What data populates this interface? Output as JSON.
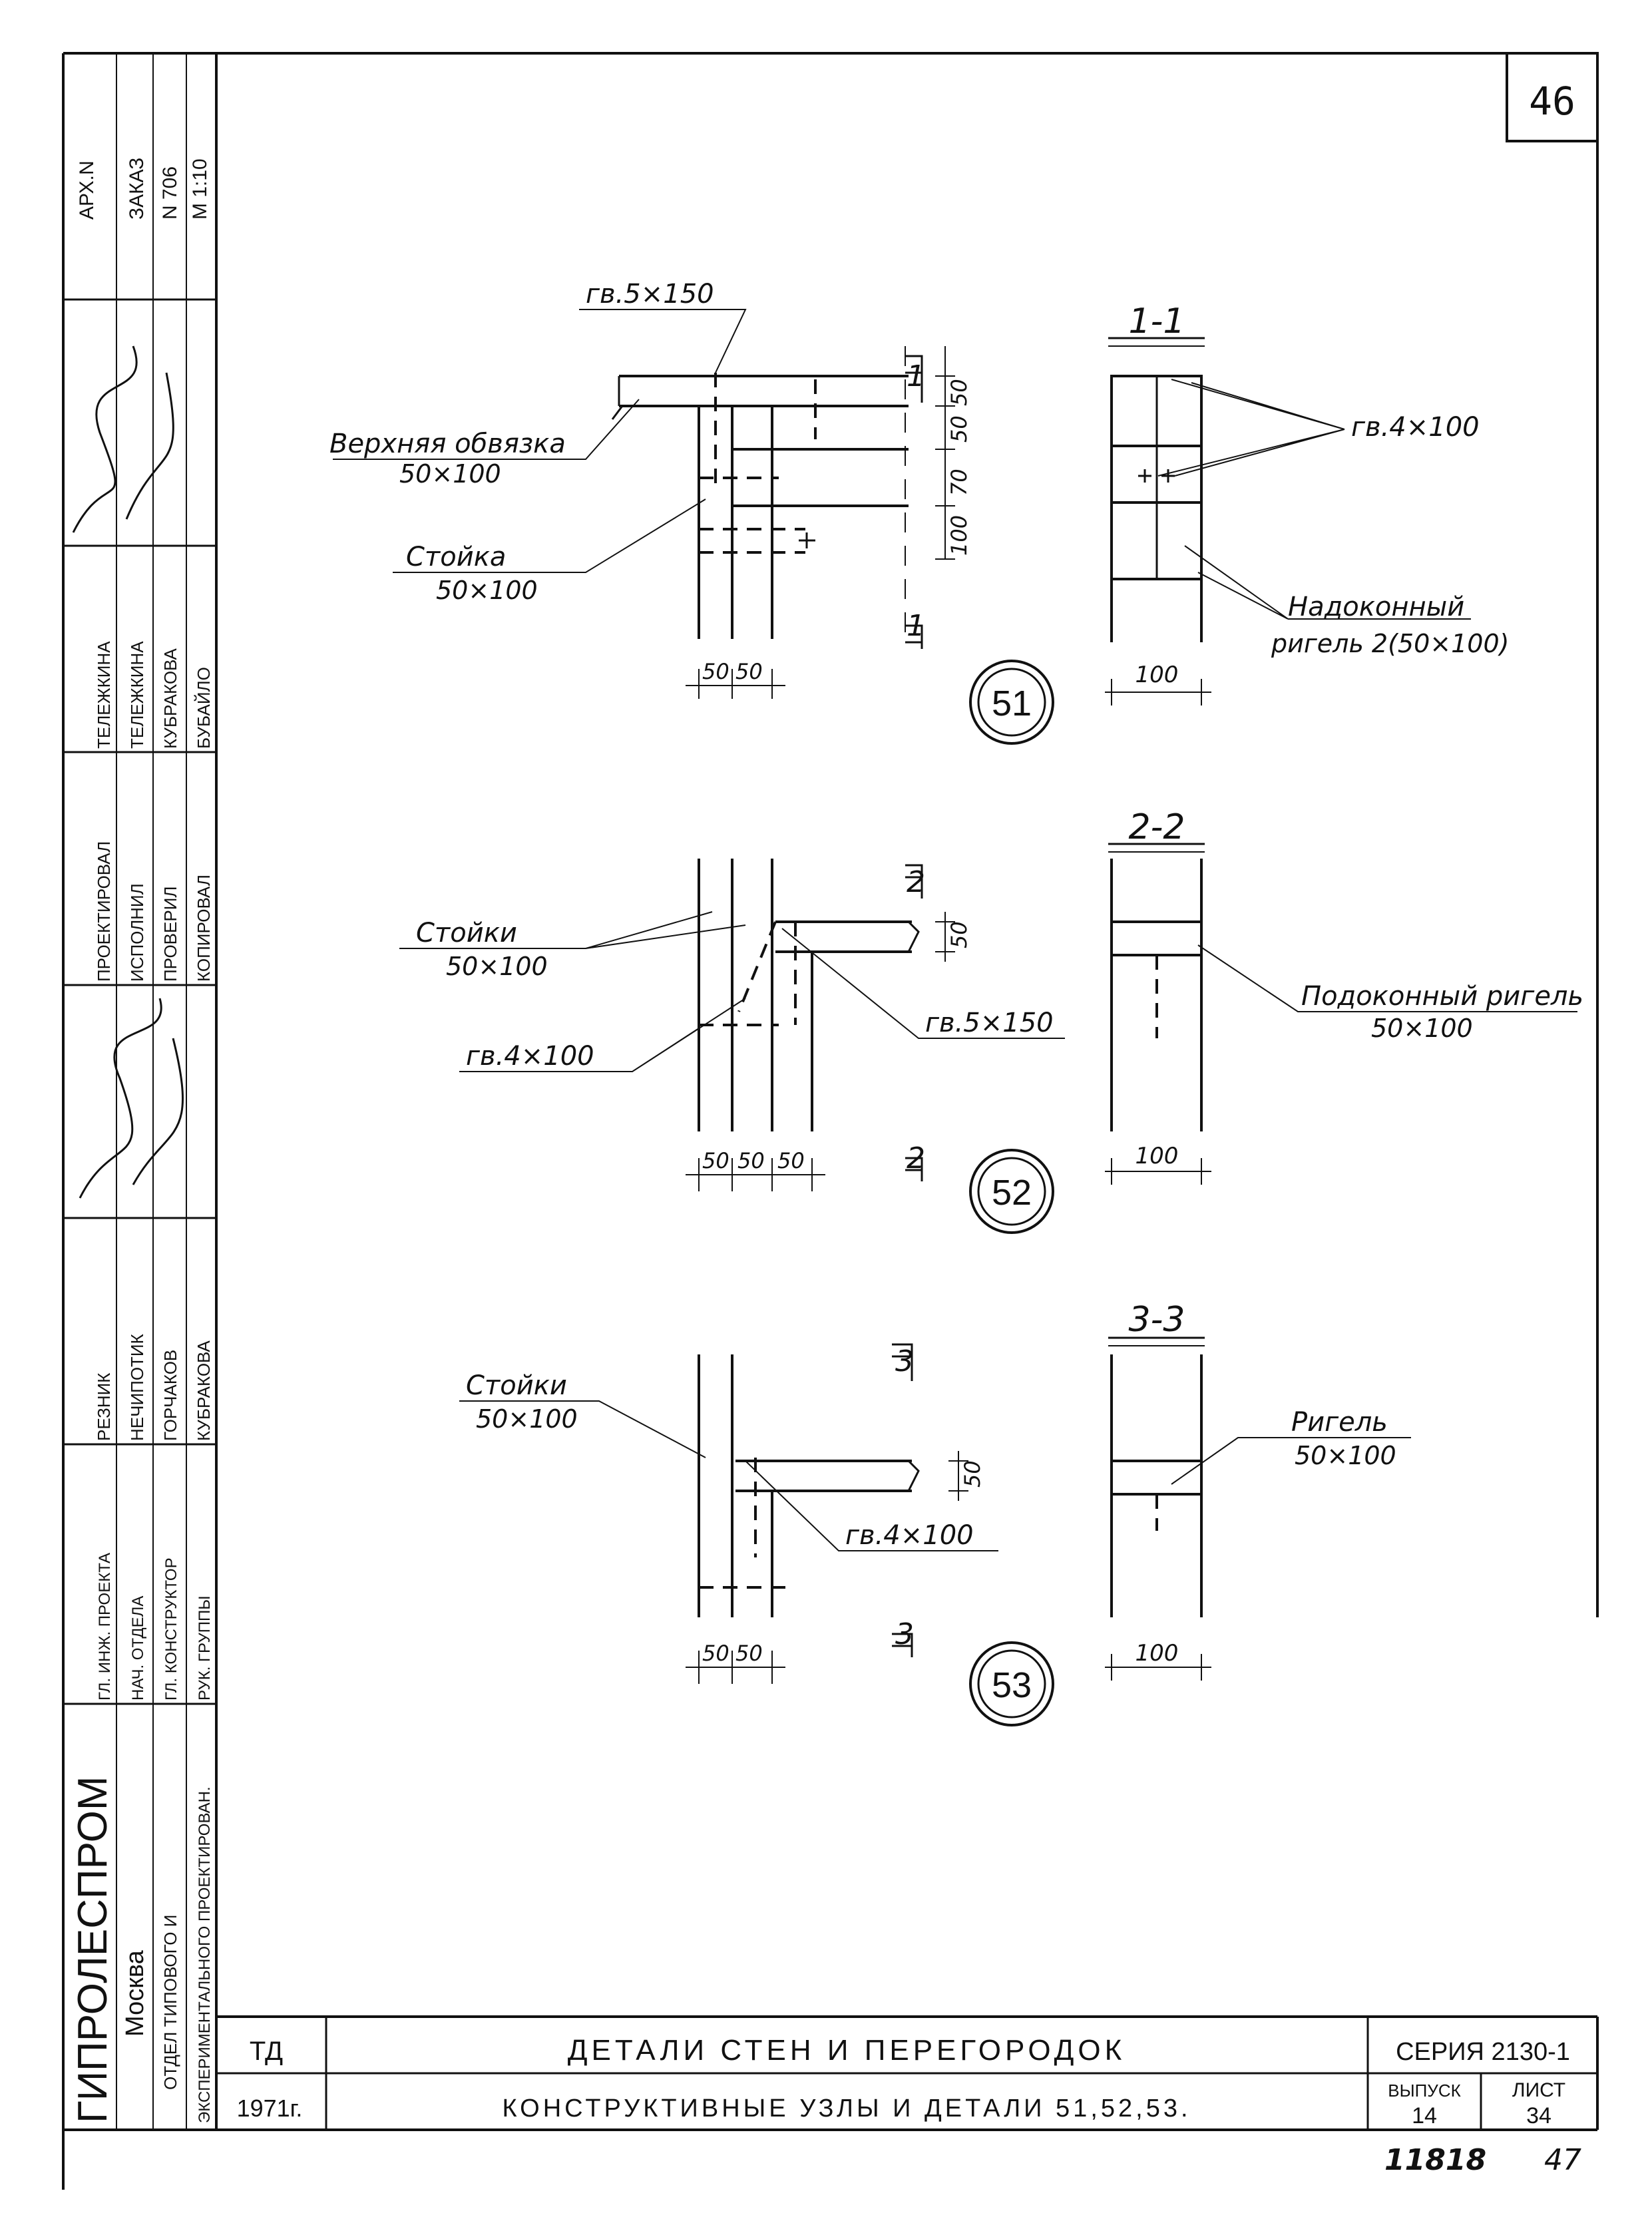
{
  "sheet_number": "46",
  "side_stamp": {
    "archive": "АРХ.N",
    "order": "ЗАКАЗ",
    "order_number": "N 706",
    "scale": "M 1:10",
    "roles": [
      "ГЛ. ИНЖ. ПРОЕКТА",
      "НАЧ. ОТДЕЛА",
      "ГЛ. КОНСТРУКТОР",
      "РУК. ГРУППЫ"
    ],
    "role_names": [
      "РЕЗНИК",
      "НЕЧИПОТИК",
      "ГОРЧАКОВ",
      "КУБРАКОВА"
    ],
    "tasks": [
      "ПРОЕКТИРОВАЛ",
      "ИСПОЛНИЛ",
      "ПРОВЕРИЛ",
      "КОПИРОВАЛ"
    ],
    "task_names": [
      "ТЕЛЕЖКИНА",
      "ТЕЛЕЖКИНА",
      "КУБРАКОВА",
      "БУБАЙЛО"
    ],
    "org": "ГИПРОЛЕСПРОМ",
    "city": "Москва",
    "dept_line1": "ОТДЕЛ ТИПОВОГО И",
    "dept_line2": "ЭКСПЕРИМЕНТАЛЬНОГО ПРОЕКТИРОВАН."
  },
  "title_block": {
    "code": "ТД",
    "year": "1971г.",
    "title": "ДЕТАЛИ СТЕН И ПЕРЕГОРОДОК",
    "subtitle": "КОНСТРУКТИВНЫЕ УЗЛЫ И ДЕТАЛИ 51,52,53.",
    "series": "СЕРИЯ 2130-1",
    "issue_label": "ВЫПУСК",
    "issue_value": "14",
    "sheet_label": "ЛИСТ",
    "sheet_value": "34"
  },
  "footer": {
    "inventory": "11818",
    "page": "47"
  },
  "node51": {
    "number": "51",
    "nail_top": "гв.5×150",
    "upper_plate": "Верхняя обвязка",
    "upper_plate_size": "50×100",
    "post": "Стойка",
    "post_size": "50×100",
    "dims_vertical": [
      "50",
      "50",
      "70",
      "100"
    ],
    "dims_bottom": [
      "50",
      "50"
    ],
    "cut": "1",
    "section_title": "1-1",
    "section_nail": "гв.4×100",
    "header_label": "Надоконный",
    "header_size": "ригель 2(50×100)",
    "section_width": "100"
  },
  "node52": {
    "number": "52",
    "posts": "Стойки",
    "posts_size": "50×100",
    "nail_small": "гв.4×100",
    "nail_big": "гв.5×150",
    "dim_vertical": "50",
    "dims_bottom": [
      "50",
      "50",
      "50"
    ],
    "cut": "2",
    "section_title": "2-2",
    "sill_label": "Подоконный ригель",
    "sill_size": "50×100",
    "section_width": "100"
  },
  "node53": {
    "number": "53",
    "posts": "Стойки",
    "posts_size": "50×100",
    "nail": "гв.4×100",
    "dim_vertical": "50",
    "dims_bottom": [
      "50",
      "50"
    ],
    "cut": "3",
    "section_title": "3-3",
    "rail_label": "Ригель",
    "rail_size": "50×100",
    "section_width": "100"
  }
}
